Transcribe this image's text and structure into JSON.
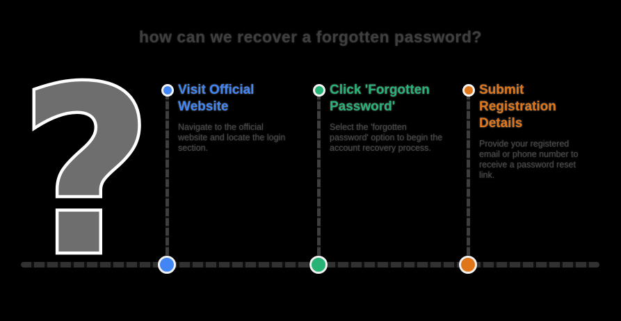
{
  "page": {
    "background": "#000000",
    "title": "how can we recover a forgotten password?"
  },
  "question_mark": {
    "glyph": "?",
    "fill_color": "#6e6e6e",
    "outline_color": "#ffffff"
  },
  "timeline": {
    "line_color": "#313131",
    "ring_color": "#f2f2f2"
  },
  "steps": [
    {
      "title": "Visit Official Website",
      "description": "Navigate to the official website and locate the login section.",
      "color": "#4285f4"
    },
    {
      "title": "Click 'Forgotten Password'",
      "description": "Select the 'forgotten password' option to begin the account recovery process.",
      "color": "#27b376"
    },
    {
      "title": "Submit Registration Details",
      "description": "Provide your registered email or phone number to receive a password reset link.",
      "color": "#e0761a"
    }
  ]
}
